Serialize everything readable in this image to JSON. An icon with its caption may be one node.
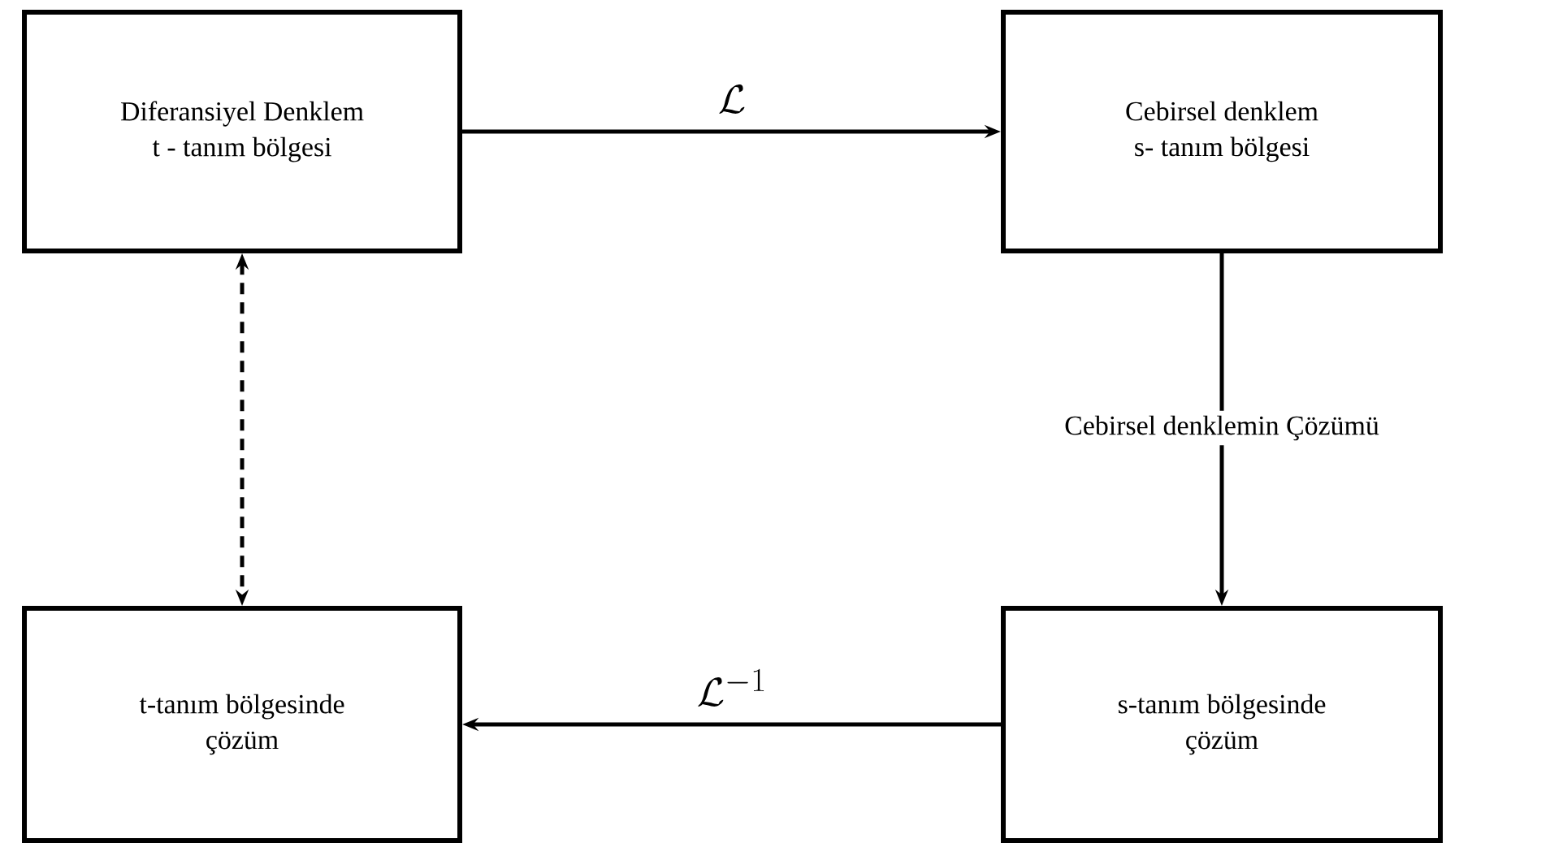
{
  "diagram": {
    "nodes": [
      {
        "text": [
          "Diferansiyel Denklem",
          "t - tanım bölgesi"
        ]
      },
      {
        "text": [
          "Cebirsel denklem",
          "s- tanım bölgesi"
        ]
      },
      {
        "text": [
          "t-tanım bölgesinde",
          "çözüm"
        ]
      },
      {
        "text": [
          "s-tanım bölgesinde",
          "çözüm"
        ]
      }
    ],
    "edges": [
      {
        "from": 0,
        "to": 1,
        "arrow": "to",
        "label": "\\mathcal{L}"
      },
      {
        "from": 1,
        "to": 3,
        "arrow": "to",
        "label": "Cebirsel denklemin Çözümü"
      },
      {
        "from": 3,
        "to": 2,
        "arrow": "to",
        "label": "\\mathcal{L}^{-1}"
      },
      {
        "from": 0,
        "to": 2,
        "arrow": "both",
        "style": "dashed"
      }
    ]
  }
}
